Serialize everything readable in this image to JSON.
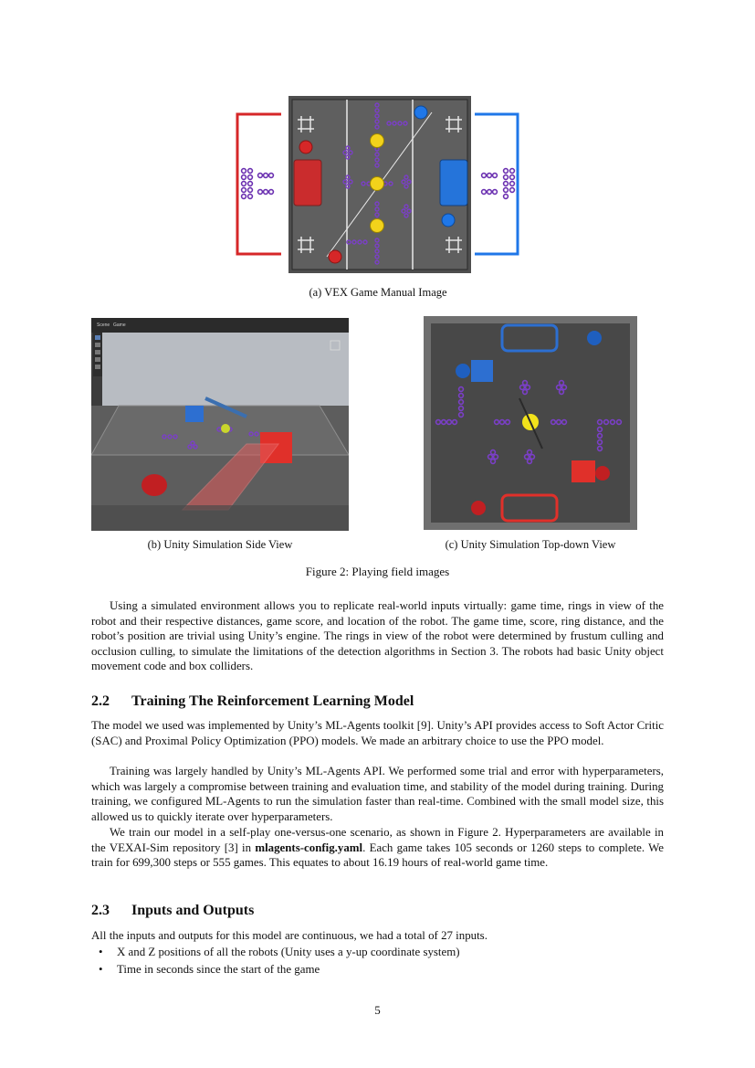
{
  "figure": {
    "sub_a_caption": "(a) VEX Game Manual Image",
    "sub_b_caption": "(b) Unity Simulation Side View",
    "sub_c_caption": "(c) Unity Simulation Top-down View",
    "caption": "Figure 2: Playing field images",
    "unity_tabs": [
      "Scene",
      "Game"
    ]
  },
  "paragraphs": {
    "p1": "Using a simulated environment allows you to replicate real-world inputs virtually: game time, rings in view of the robot and their respective distances, game score, and location of the robot. The game time, score, ring distance, and the robot’s position are trivial using Unity’s engine. The rings in view of the robot were determined by frustum culling and occlusion culling, to simulate the limitations of the detection algorithms in Section 3. The robots had basic Unity object movement code and box colliders."
  },
  "section_2_2": {
    "number": "2.2",
    "title": "Training The Reinforcement Learning Model",
    "p1": "The model we used was implemented by Unity’s ML-Agents toolkit [9]. Unity’s API provides access to Soft Actor Critic (SAC) and Proximal Policy Optimization (PPO) models. We made an arbitrary choice to use the PPO model.",
    "p2": "Training was largely handled by Unity’s ML-Agents API. We performed some trial and error with hyperparameters, which was largely a compromise between training and evaluation time, and stability of the model during training. During training, we configured ML-Agents to run the simulation faster than real-time. Combined with the small model size, this allowed us to quickly iterate over hyperparameters.",
    "p3_before": "We train our model in a self-play one-versus-one scenario, as shown in Figure 2. Hyperparameters are available in the VEXAI-Sim repository [3] in ",
    "p3_bold": "mlagents-config.yaml",
    "p3_after": ". Each game takes 105 seconds or 1260 steps to complete. We train for 699,300 steps or 555 games. This equates to about 16.19 hours of real-world game time."
  },
  "section_2_3": {
    "number": "2.3",
    "title": "Inputs and Outputs",
    "intro": "All the inputs and outputs for this model are continuous, we had a total of 27 inputs.",
    "bullets": [
      "X and Z positions of all the robots (Unity uses a y-up coordinate system)",
      "Time in seconds since the start of the game"
    ]
  },
  "page_number": "5",
  "colors": {
    "red": "#d62728",
    "blue": "#1f77e8",
    "yellow": "#f2d21b",
    "purple": "#6a2fb0",
    "field": "#5a5a5a"
  }
}
